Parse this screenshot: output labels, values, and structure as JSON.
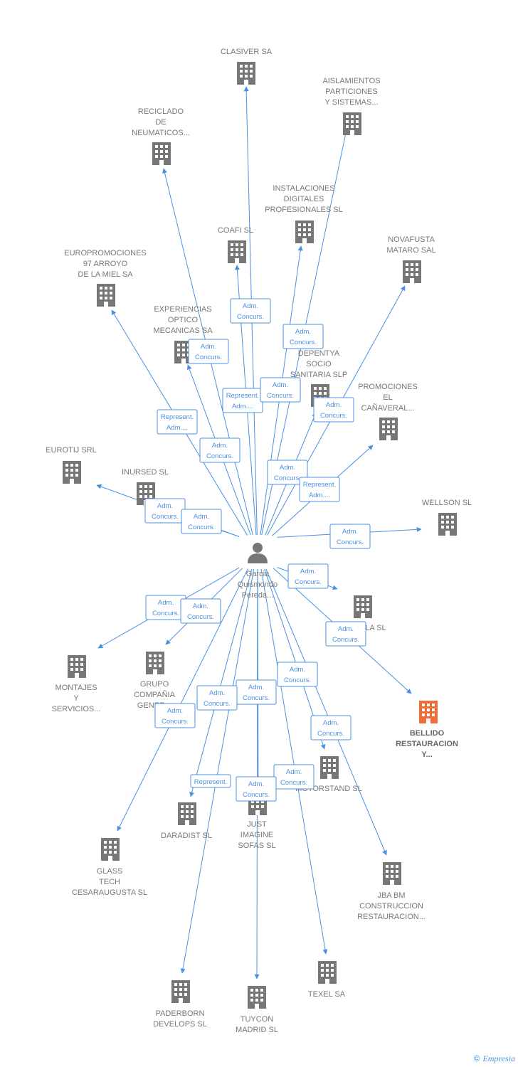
{
  "center": {
    "lines": [
      "Garcia",
      "Quismondo",
      "Pereda..."
    ]
  },
  "colors": {
    "edge": "#4a90e2",
    "node": "#777777",
    "highlight": "#f26c3a"
  },
  "nodes": [
    {
      "id": "clasiver",
      "lines": [
        "CLASIVER SA"
      ],
      "highlight": false
    },
    {
      "id": "aislamientos",
      "lines": [
        "AISLAMIENTOS",
        "PARTICIONES",
        "Y SISTEMAS..."
      ],
      "highlight": false
    },
    {
      "id": "reciclado",
      "lines": [
        "RECICLADO",
        "DE",
        "NEUMATICOS..."
      ],
      "highlight": false
    },
    {
      "id": "instalaciones",
      "lines": [
        "INSTALACIONES",
        "DIGITALES",
        "PROFESIONALES SL"
      ],
      "highlight": false
    },
    {
      "id": "coafi",
      "lines": [
        "COAFI SL"
      ],
      "highlight": false
    },
    {
      "id": "novafusta",
      "lines": [
        "NOVAFUSTA",
        "MATARO SAL"
      ],
      "highlight": false
    },
    {
      "id": "europromociones",
      "lines": [
        "EUROPROMOCIONES",
        "97 ARROYO",
        "DE LA MIEL SA"
      ],
      "highlight": false
    },
    {
      "id": "experiencias",
      "lines": [
        "EXPERIENCIAS",
        "OPTICO",
        "MECANICAS SA"
      ],
      "highlight": false
    },
    {
      "id": "depentya",
      "lines": [
        "DEPENTYA",
        "SOCIO",
        "SANITARIA SLP"
      ],
      "highlight": false
    },
    {
      "id": "promociones",
      "lines": [
        "PROMOCIONES",
        "EL",
        "CAÑAVERAL..."
      ],
      "highlight": false
    },
    {
      "id": "eurotij",
      "lines": [
        "EUROTIJ SRL"
      ],
      "highlight": false
    },
    {
      "id": "inursed",
      "lines": [
        "INURSED SL"
      ],
      "highlight": false
    },
    {
      "id": "wellson",
      "lines": [
        "WELLSON SL"
      ],
      "highlight": false
    },
    {
      "id": "lasl",
      "lines": [
        "LA SL"
      ],
      "highlight": false
    },
    {
      "id": "bellido",
      "lines": [
        "BELLIDO",
        "RESTAURACION",
        "Y..."
      ],
      "highlight": true
    },
    {
      "id": "montajes",
      "lines": [
        "MONTAJES",
        "Y",
        "SERVICIOS..."
      ],
      "highlight": false
    },
    {
      "id": "grupo",
      "lines": [
        "GRUPO",
        "COMPAÑIA",
        "GENER..."
      ],
      "highlight": false
    },
    {
      "id": "motorstand",
      "lines": [
        "MOTORSTAND SL"
      ],
      "highlight": false
    },
    {
      "id": "daradist",
      "lines": [
        "DARADIST SL"
      ],
      "highlight": false
    },
    {
      "id": "justimagine",
      "lines": [
        "JUST",
        "IMAGINE",
        "SOFAS SL"
      ],
      "highlight": false
    },
    {
      "id": "glasstech",
      "lines": [
        "GLASS",
        "TECH",
        "CESARAUGUSTA SL"
      ],
      "highlight": false
    },
    {
      "id": "jbabm",
      "lines": [
        "JBA BM",
        "CONSTRUCCION",
        "RESTAURACION..."
      ],
      "highlight": false
    },
    {
      "id": "paderborn",
      "lines": [
        "PADERBORN",
        "DEVELOPS SL"
      ],
      "highlight": false
    },
    {
      "id": "tuycon",
      "lines": [
        "TUYCON",
        "MADRID SL"
      ],
      "highlight": false
    },
    {
      "id": "texel",
      "lines": [
        "TEXEL SA"
      ],
      "highlight": false
    }
  ],
  "role_labels": [
    {
      "id": "r1",
      "lines": [
        "Adm.",
        "Concurs."
      ]
    },
    {
      "id": "r2",
      "lines": [
        "Adm.",
        "Concurs."
      ]
    },
    {
      "id": "r3",
      "lines": [
        "Adm.",
        "Concurs."
      ]
    },
    {
      "id": "r4",
      "lines": [
        "Represent.",
        "Adm...."
      ]
    },
    {
      "id": "r5",
      "lines": [
        "Adm.",
        "Concurs."
      ]
    },
    {
      "id": "r6",
      "lines": [
        "Adm.",
        "Concurs."
      ]
    },
    {
      "id": "r7",
      "lines": [
        "Represent.",
        "Adm...."
      ]
    },
    {
      "id": "r8",
      "lines": [
        "Adm.",
        "Concurs."
      ]
    },
    {
      "id": "r9",
      "lines": [
        "Adm.",
        "Concurs."
      ]
    },
    {
      "id": "r10",
      "lines": [
        "Represent.",
        "Adm...."
      ]
    },
    {
      "id": "r11",
      "lines": [
        "Adm.",
        "Concurs."
      ]
    },
    {
      "id": "r12",
      "lines": [
        "Adm.",
        "Concurs."
      ]
    },
    {
      "id": "r13",
      "lines": [
        "Adm.",
        "Concurs."
      ]
    },
    {
      "id": "r14",
      "lines": [
        "Adm.",
        "Concurs."
      ]
    },
    {
      "id": "r15",
      "lines": [
        "Adm.",
        "Concurs."
      ]
    },
    {
      "id": "r16",
      "lines": [
        "Adm.",
        "Concurs."
      ]
    },
    {
      "id": "r17",
      "lines": [
        "Adm.",
        "Concurs."
      ]
    },
    {
      "id": "r18",
      "lines": [
        "Adm.",
        "Concurs."
      ]
    },
    {
      "id": "r19",
      "lines": [
        "Adm.",
        "Concurs."
      ]
    },
    {
      "id": "r20",
      "lines": [
        "Adm.",
        "Concurs."
      ]
    },
    {
      "id": "r21",
      "lines": [
        "Adm.",
        "Concurs."
      ]
    },
    {
      "id": "r22",
      "lines": [
        "Adm.",
        "Concurs."
      ]
    },
    {
      "id": "r23",
      "lines": [
        "Adm.",
        "Concurs."
      ]
    },
    {
      "id": "r24",
      "lines": [
        "Represent."
      ]
    },
    {
      "id": "r25",
      "lines": [
        "Adm.",
        "Concurs."
      ]
    },
    {
      "id": "r26",
      "lines": [
        "Adm.",
        "Concurs."
      ]
    }
  ],
  "footer": {
    "copyright": "©",
    "brand": "Empresia"
  }
}
